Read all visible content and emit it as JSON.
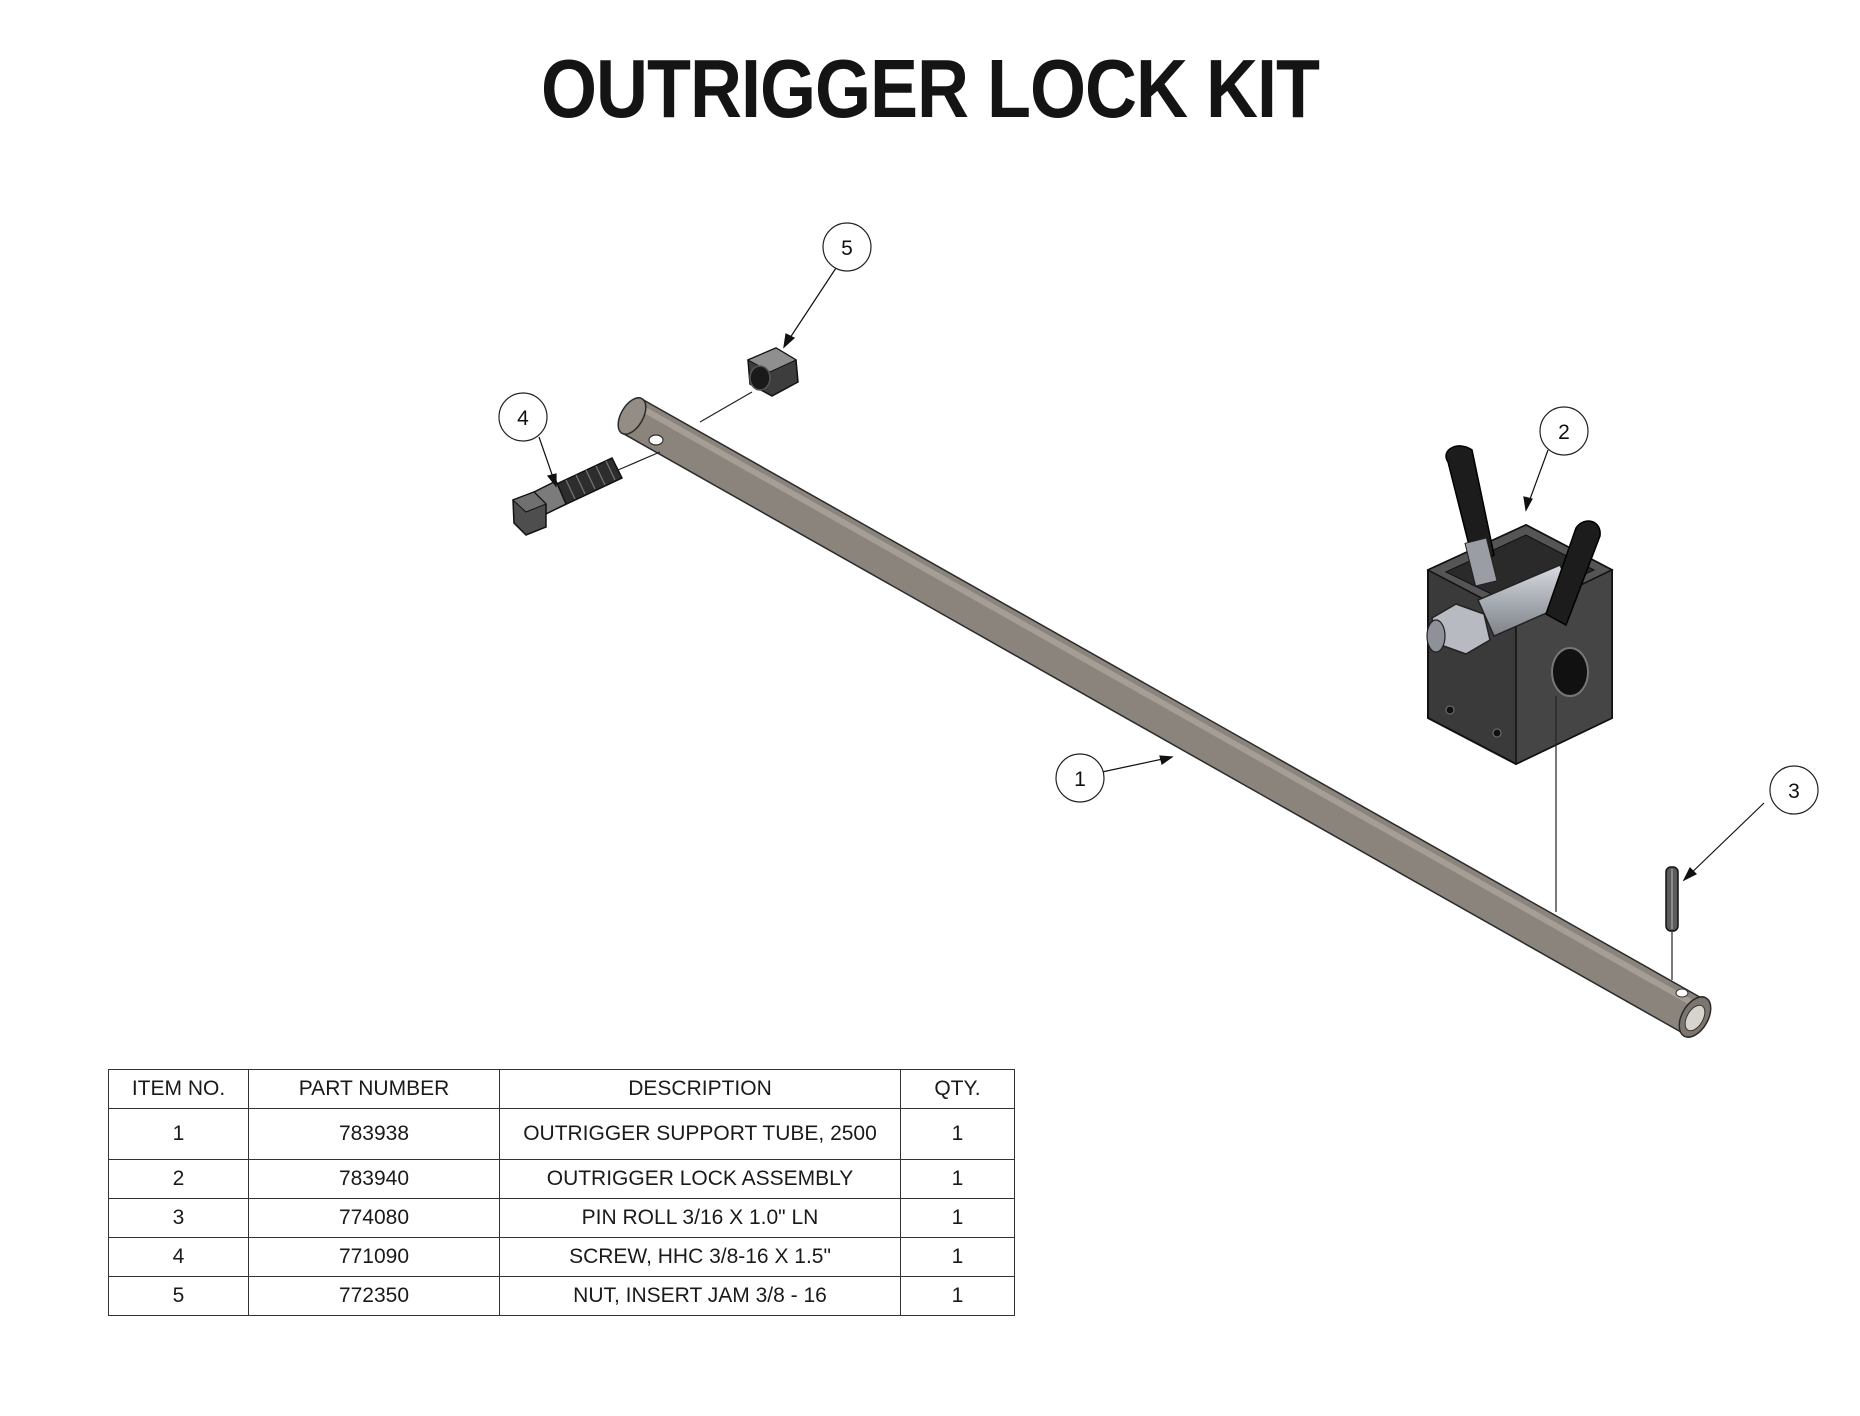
{
  "title": "OUTRIGGER LOCK KIT",
  "balloons": [
    {
      "label": "1",
      "part": "support-tube"
    },
    {
      "label": "2",
      "part": "lock-assembly"
    },
    {
      "label": "3",
      "part": "roll-pin"
    },
    {
      "label": "4",
      "part": "screw"
    },
    {
      "label": "5",
      "part": "nut"
    }
  ],
  "bom": {
    "headers": [
      "ITEM NO.",
      "PART NUMBER",
      "DESCRIPTION",
      "QTY."
    ],
    "rows": [
      {
        "item": "1",
        "part_number": "783938",
        "description": "OUTRIGGER SUPPORT TUBE, 2500",
        "qty": "1"
      },
      {
        "item": "2",
        "part_number": "783940",
        "description": "OUTRIGGER LOCK ASSEMBLY",
        "qty": "1"
      },
      {
        "item": "3",
        "part_number": "774080",
        "description": "PIN ROLL 3/16 X 1.0\" LN",
        "qty": "1"
      },
      {
        "item": "4",
        "part_number": "771090",
        "description": "SCREW, HHC 3/8-16 X 1.5\"",
        "qty": "1"
      },
      {
        "item": "5",
        "part_number": "772350",
        "description": "NUT, INSERT JAM 3/8 - 16",
        "qty": "1"
      }
    ]
  },
  "colors": {
    "tube": "#8a827b",
    "steel_dark": "#3a3a3a",
    "handle": "#1e1e1e",
    "bolt": "#5a5a5a",
    "nut_silver": "#b9bcc2"
  }
}
